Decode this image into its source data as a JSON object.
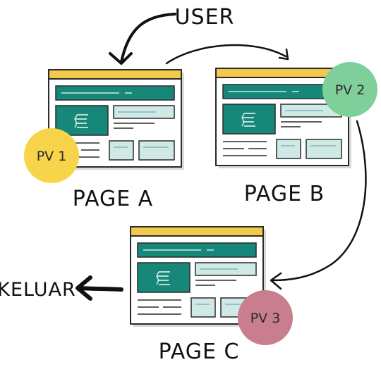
{
  "labels": {
    "user": "USER",
    "exit": "KELUAR"
  },
  "pages": [
    {
      "id": "a",
      "label": "PAGE A",
      "pageview": "PV 1",
      "pv_color": "#f7d44a"
    },
    {
      "id": "b",
      "label": "PAGE B",
      "pageview": "PV 2",
      "pv_color": "#7fcf9a"
    },
    {
      "id": "c",
      "label": "PAGE C",
      "pageview": "PV 3",
      "pv_color": "#c87e8c"
    }
  ],
  "colors": {
    "header_bar": "#f2c94c",
    "teal": "#17877a",
    "light_teal": "#cfeae6",
    "outline": "#2a2a2a",
    "line": "#2a2a2a"
  }
}
